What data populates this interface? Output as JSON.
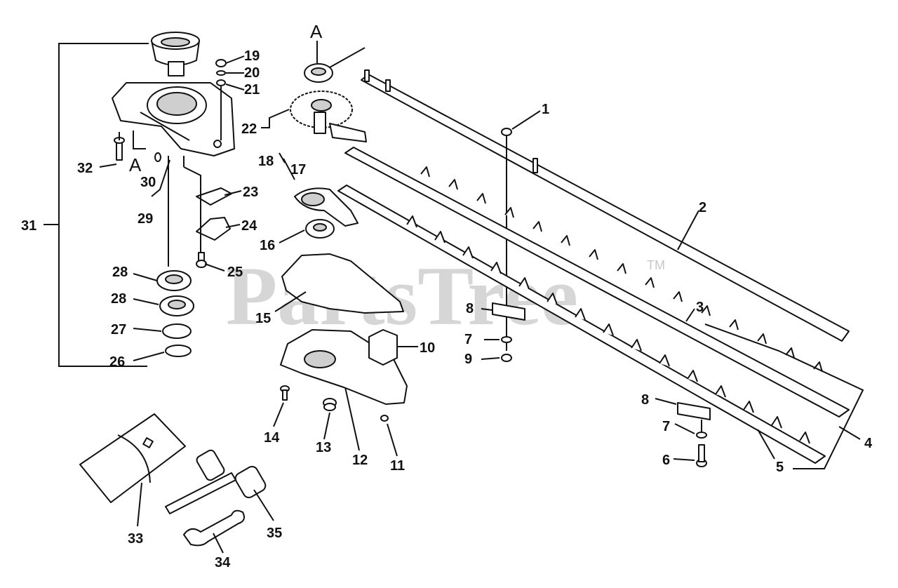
{
  "watermark": {
    "text": "PartsTree",
    "tm": "TM"
  },
  "assembly_letters": {
    "top": "A",
    "left": "A"
  },
  "callouts": {
    "c1": "1",
    "c2": "2",
    "c3": "3",
    "c4": "4",
    "c5": "5",
    "c6": "6",
    "c7a": "7",
    "c7b": "7",
    "c8a": "8",
    "c8b": "8",
    "c9": "9",
    "c10": "10",
    "c11": "11",
    "c12": "12",
    "c13": "13",
    "c14": "14",
    "c15": "15",
    "c16": "16",
    "c17": "17",
    "c18": "18",
    "c19": "19",
    "c20": "20",
    "c21": "21",
    "c22": "22",
    "c23": "23",
    "c24": "24",
    "c25": "25",
    "c26": "26",
    "c27": "27",
    "c28a": "28",
    "c28b": "28",
    "c29": "29",
    "c30": "30",
    "c31": "31",
    "c32": "32",
    "c33": "33",
    "c34": "34",
    "c35": "35"
  }
}
